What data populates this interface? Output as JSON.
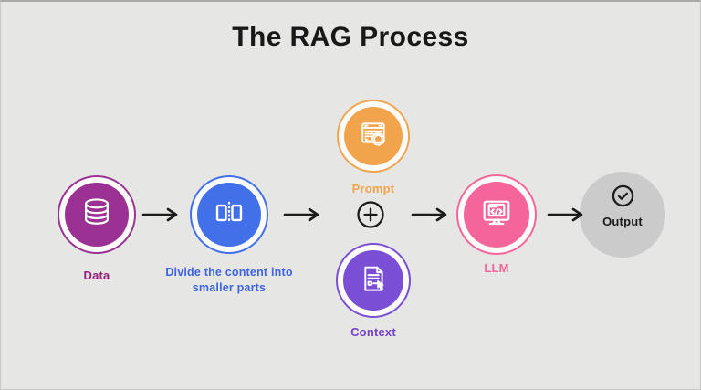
{
  "title": "The RAG Process",
  "background": "#e6e6e4",
  "nodes": [
    {
      "id": "data",
      "label": "Data",
      "icon": "database-icon",
      "color": "#9b3192",
      "label_color": "#93217a"
    },
    {
      "id": "divide",
      "label": "Divide the content into smaller parts",
      "icon": "split-content-icon",
      "color": "#4270e8",
      "label_color": "#3d65e0"
    },
    {
      "id": "prompt",
      "label": "Prompt",
      "icon": "browser-gear-icon",
      "color": "#f2a44c",
      "label_color": "#f2a44c"
    },
    {
      "id": "context",
      "label": "Context",
      "icon": "document-hand-icon",
      "color": "#7a4fd6",
      "label_color": "#7440ce"
    },
    {
      "id": "llm",
      "label": "LLM",
      "icon": "monitor-code-icon",
      "color": "#f4659b",
      "label_color": "#f4659b"
    },
    {
      "id": "output",
      "label": "Output",
      "icon": "check-circle-icon",
      "color": "#cbcbcb",
      "label_color": "#1b1b1b"
    }
  ],
  "operators": [
    {
      "id": "combine",
      "icon": "plus-circle-icon"
    }
  ],
  "connector_color": "#1b1b1b",
  "arrow_count": 4
}
